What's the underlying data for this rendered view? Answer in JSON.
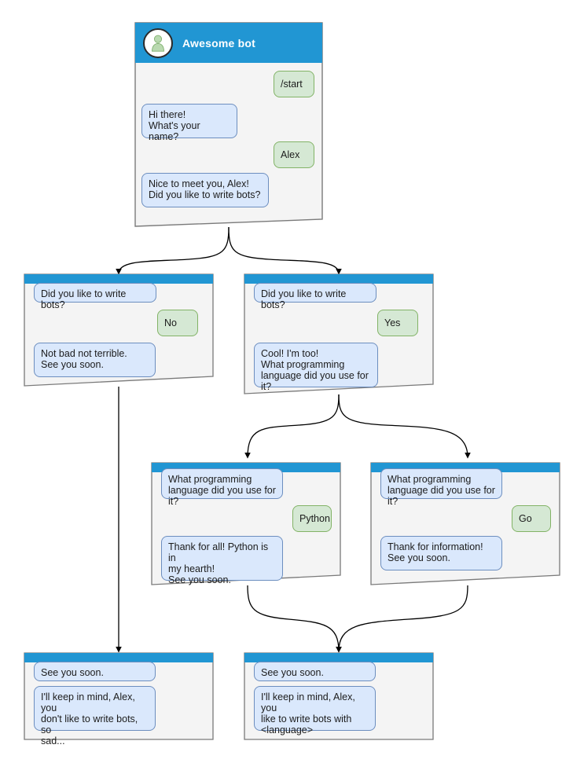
{
  "diagram": {
    "title": "Telegram bot conversation flow",
    "colors": {
      "header_blue": "#2196d3",
      "node_bg": "#f4f4f4",
      "node_border": "#7a7a7a",
      "bot_bubble_bg": "#dae8fc",
      "bot_bubble_border": "#6c8ebf",
      "user_bubble_bg": "#d5e8d4",
      "user_bubble_border": "#82b366",
      "edge": "#000000",
      "avatar_fill": "#b9d9b0"
    },
    "nodes": [
      {
        "id": "start",
        "title": "Awesome bot",
        "avatar_icon": "person-avatar-icon",
        "messages": [
          {
            "side": "user",
            "text": "/start"
          },
          {
            "side": "bot",
            "text": "Hi there!\nWhat's your name?"
          },
          {
            "side": "user",
            "text": "Alex"
          },
          {
            "side": "bot",
            "text": "Nice to meet you, Alex!\nDid you like to write bots?"
          }
        ]
      },
      {
        "id": "no-branch",
        "title": "",
        "messages": [
          {
            "side": "bot",
            "text": "Did you like to write bots?"
          },
          {
            "side": "user",
            "text": "No"
          },
          {
            "side": "bot",
            "text": "Not bad not terrible.\nSee you soon."
          }
        ]
      },
      {
        "id": "yes-branch",
        "title": "",
        "messages": [
          {
            "side": "bot",
            "text": "Did you like to write bots?"
          },
          {
            "side": "user",
            "text": "Yes"
          },
          {
            "side": "bot",
            "text": "Cool! I'm too!\nWhat programming\nlanguage did you use for it?"
          }
        ]
      },
      {
        "id": "python-branch",
        "title": "",
        "messages": [
          {
            "side": "bot",
            "text": "What programming\nlanguage did you use for it?"
          },
          {
            "side": "user",
            "text": "Python"
          },
          {
            "side": "bot",
            "text": "Thank for all! Python is in\nmy hearth!\nSee you soon."
          }
        ]
      },
      {
        "id": "go-branch",
        "title": "",
        "messages": [
          {
            "side": "bot",
            "text": "What programming\nlanguage did you use for it?"
          },
          {
            "side": "user",
            "text": "Go"
          },
          {
            "side": "bot",
            "text": "Thank for information!\nSee you soon."
          }
        ]
      },
      {
        "id": "end-sad",
        "title": "",
        "messages": [
          {
            "side": "bot",
            "text": "See you soon."
          },
          {
            "side": "bot",
            "text": "I'll keep in mind, Alex, you\ndon't like to write bots, so\nsad..."
          }
        ]
      },
      {
        "id": "end-happy",
        "title": "",
        "messages": [
          {
            "side": "bot",
            "text": "See you soon."
          },
          {
            "side": "bot",
            "text": "I'll keep in mind, Alex, you\nlike to write bots with\n<language>"
          }
        ]
      }
    ]
  },
  "labels": {
    "start_title": "Awesome bot",
    "n0_m0": "/start",
    "n0_m1": "Hi there!\nWhat's your name?",
    "n0_m2": "Alex",
    "n0_m3": "Nice to meet you, Alex!\nDid you like to write bots?",
    "n1_m0": "Did you like to write bots?",
    "n1_m1": "No",
    "n1_m2": "Not bad not terrible.\nSee you soon.",
    "n2_m0": "Did you like to write bots?",
    "n2_m1": "Yes",
    "n2_m2": "Cool! I'm too!\nWhat programming\nlanguage did you use for it?",
    "n3_m0": "What programming\nlanguage did you use for it?",
    "n3_m1": "Python",
    "n3_m2": "Thank for all! Python is in\nmy hearth!\nSee you soon.",
    "n4_m0": "What programming\nlanguage did you use for it?",
    "n4_m1": "Go",
    "n4_m2": "Thank for information!\nSee you soon.",
    "n5_m0": "See you soon.",
    "n5_m1": "I'll keep in mind, Alex, you\ndon't like to write bots, so\nsad...",
    "n6_m0": "See you soon.",
    "n6_m1": "I'll keep in mind, Alex, you\nlike to write bots with\n<language>"
  }
}
